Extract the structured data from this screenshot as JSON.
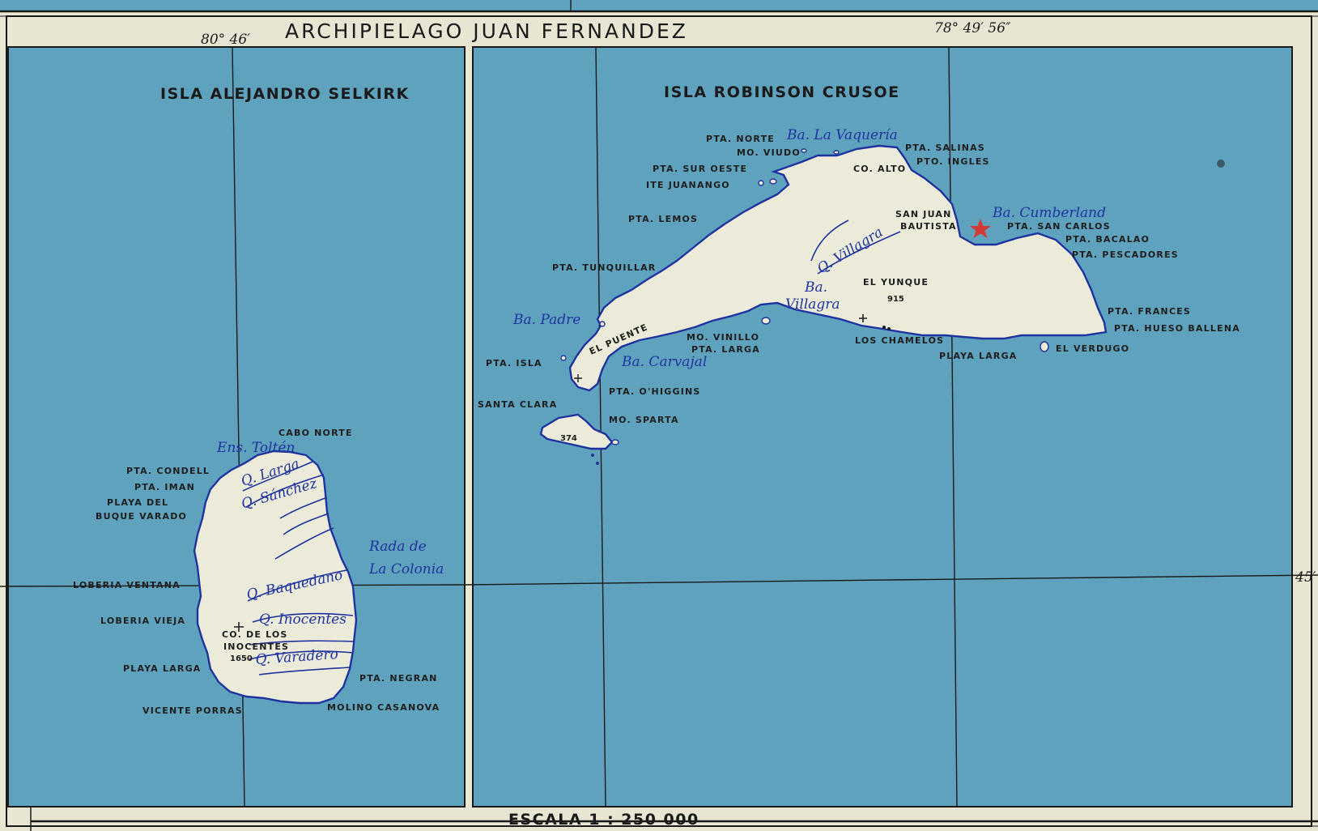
{
  "title": "ARCHIPIELAGO JUAN FERNANDEZ",
  "coords": {
    "lon_left": "80° 46′",
    "lon_right": "78° 49′ 56″",
    "lat": "45′"
  },
  "scale": "ESCALA 1 : 250 000",
  "colors": {
    "sea": "#5fa2be",
    "land": "#ecebd9",
    "coast": "#1f33a0",
    "frame": "#e8e6d2",
    "capital_star": "#d23a36"
  },
  "islands": {
    "selkirk": {
      "name": "ISLA ALEJANDRO SELKIRK",
      "labels": {
        "cabo_norte": "CABO NORTE",
        "pta_condell": "PTA. CONDELL",
        "pta_iman": "PTA. IMAN",
        "playa_del": "PLAYA DEL",
        "buque_varado": "BUQUE VARADO",
        "loberia_ventana": "LOBERIA VENTANA",
        "loberia_vieja": "LOBERIA VIEJA",
        "co_de_los": "CO. DE LOS",
        "inocentes": "INOCENTES",
        "elev": "1650",
        "playa_larga": "PLAYA LARGA",
        "vicente_porras": "VICENTE PORRAS",
        "pta_negran": "PTA. NEGRAN",
        "molino_casanova": "MOLINO CASANOVA"
      },
      "blue": {
        "ens_tolten": "Ens. Toltén",
        "q_larga": "Q. Larga",
        "q_sanchez": "Q. Sánchez",
        "rada_de": "Rada de",
        "la_colonia": "La Colonia",
        "q_baquedano": "Q. Baquedano",
        "q_inocentes": "Q. Inocentes",
        "q_varadero": "Q. Varadero"
      }
    },
    "robinson": {
      "name": "ISLA ROBINSON CRUSOE",
      "labels": {
        "pta_norte": "PTA. NORTE",
        "mo_viudo": "MO. VIUDO",
        "pta_salinas": "PTA. SALINAS",
        "pto_ingles": "PTO. INGLES",
        "pta_sur_oeste": "PTA. SUR OESTE",
        "ite_juanango": "ITE JUANANGO",
        "co_alto": "CO. ALTO",
        "pta_lemos": "PTA. LEMOS",
        "san_juan": "SAN JUAN",
        "bautista": "BAUTISTA",
        "pta_san_carlos": "PTA. SAN CARLOS",
        "pta_bacalao": "PTA. BACALAO",
        "pta_pescadores": "PTA. PESCADORES",
        "pta_tunquillar": "PTA. TUNQUILLAR",
        "el_yunque": "EL YUNQUE",
        "elev_yunque": "915",
        "el_puente": "EL PUENTE",
        "mo_vinillo": "MO. VINILLO",
        "pta_larga": "PTA. LARGA",
        "los_chamelos": "LOS CHAMELOS",
        "playa_larga": "PLAYA LARGA",
        "el_verdugo": "EL VERDUGO",
        "pta_frances": "PTA. FRANCES",
        "pta_hueso_ballena": "PTA. HUESO BALLENA",
        "pta_isla": "PTA. ISLA",
        "pta_ohiggins": "PTA. O'HIGGINS",
        "santa_clara": "SANTA CLARA",
        "mo_sparta": "MO. SPARTA",
        "elev_santa_clara": "374"
      },
      "blue": {
        "ba_la_vaqueria": "Ba. La Vaquería",
        "ba_cumberland": "Ba. Cumberland",
        "q_villagra": "Q. Villagra",
        "ba": "Ba.",
        "villagra": "Villagra",
        "ba_padre": "Ba. Padre",
        "ba_carvajal": "Ba. Carvajal"
      }
    }
  }
}
